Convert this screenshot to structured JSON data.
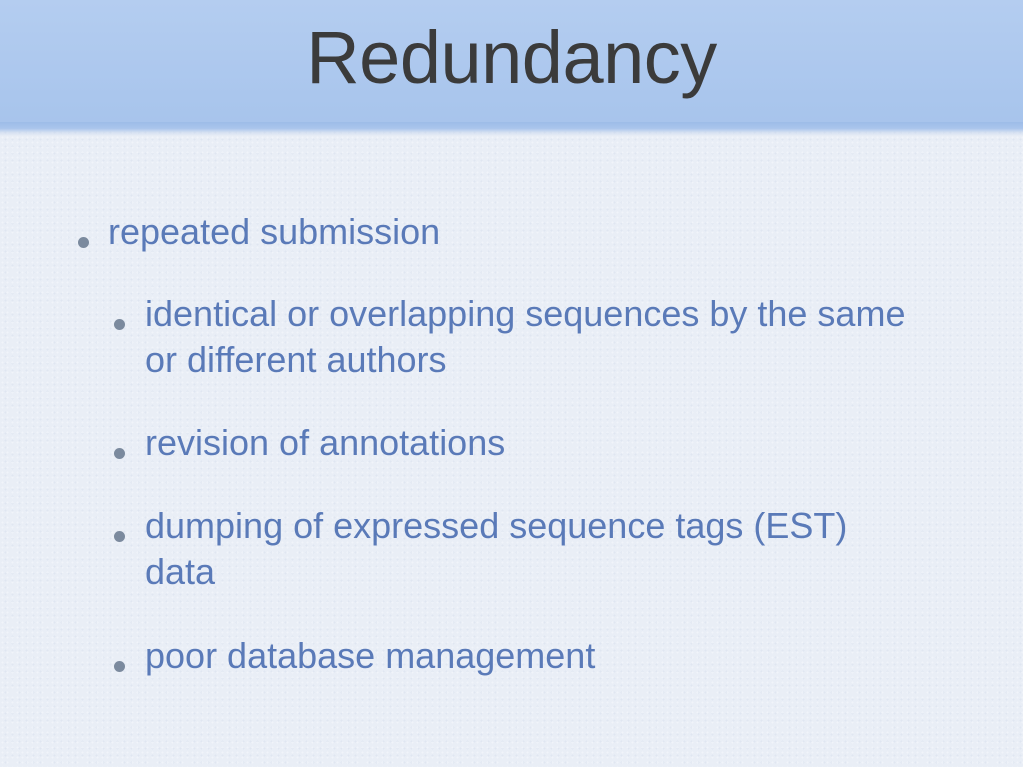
{
  "slide": {
    "title": "Redundancy",
    "bullets": [
      {
        "level": 1,
        "text": "repeated submission"
      },
      {
        "level": 2,
        "lines": [
          "identical or overlapping sequences by the same",
          "or different authors"
        ]
      },
      {
        "level": 2,
        "text": "revision of annotations"
      },
      {
        "level": 2,
        "lines": [
          "dumping of expressed sequence tags (EST)",
          "data"
        ]
      },
      {
        "level": 2,
        "text": "poor database management"
      }
    ]
  },
  "colors": {
    "title_band": "#a7c4ec",
    "title_text": "#3b3b3b",
    "body_text": "#5a7ab8",
    "bullet_dot": "#7b8a9e",
    "background": "#e9eef6"
  }
}
